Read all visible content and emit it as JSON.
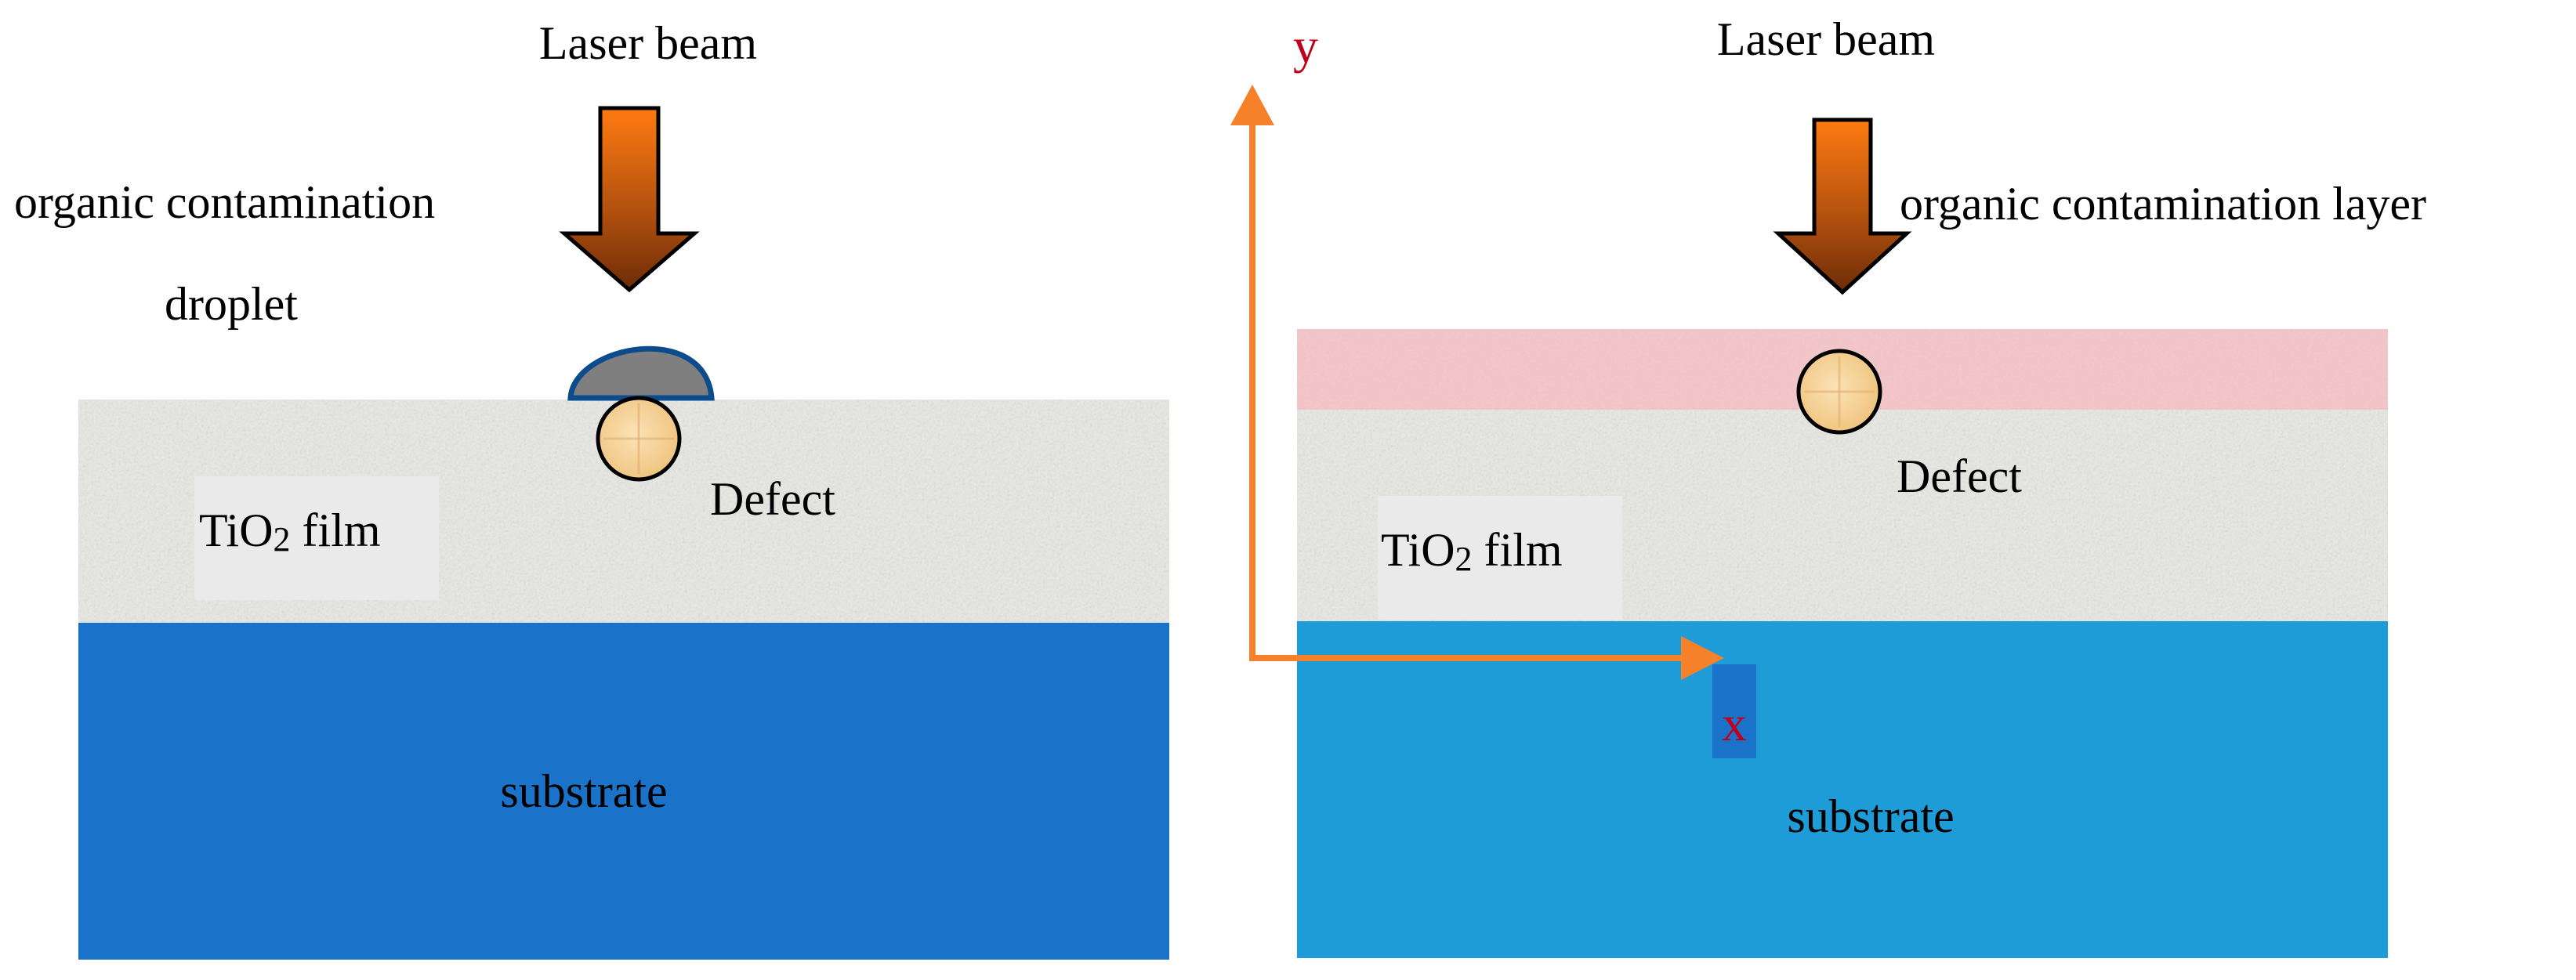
{
  "left_panel": {
    "laser_label": "Laser beam",
    "contamination_label_line1": "organic contamination",
    "contamination_label_line2": "droplet",
    "film_label_prefix": "TiO",
    "film_label_sub": "2",
    "film_label_suffix": " film",
    "defect_label": "Defect",
    "substrate_label": "substrate"
  },
  "right_panel": {
    "laser_label": "Laser beam",
    "contamination_label": "organic contamination layer",
    "film_label_prefix": "TiO",
    "film_label_sub": "2",
    "film_label_suffix": " film",
    "defect_label": "Defect",
    "substrate_label": "substrate",
    "axis_x_label": "x",
    "axis_y_label": "y"
  },
  "colors": {
    "substrate_left": "#1A73C9",
    "substrate_right": "#1E9CD7",
    "film": "#E8E8E4",
    "contamination_layer": "#F4C6C9",
    "droplet_fill": "#7F7F7F",
    "droplet_outline": "#0D4C8C",
    "defect_fill": "#F6D49A",
    "axis": "#F5822A",
    "axis_label": "#C0001A",
    "text": "#000000"
  }
}
